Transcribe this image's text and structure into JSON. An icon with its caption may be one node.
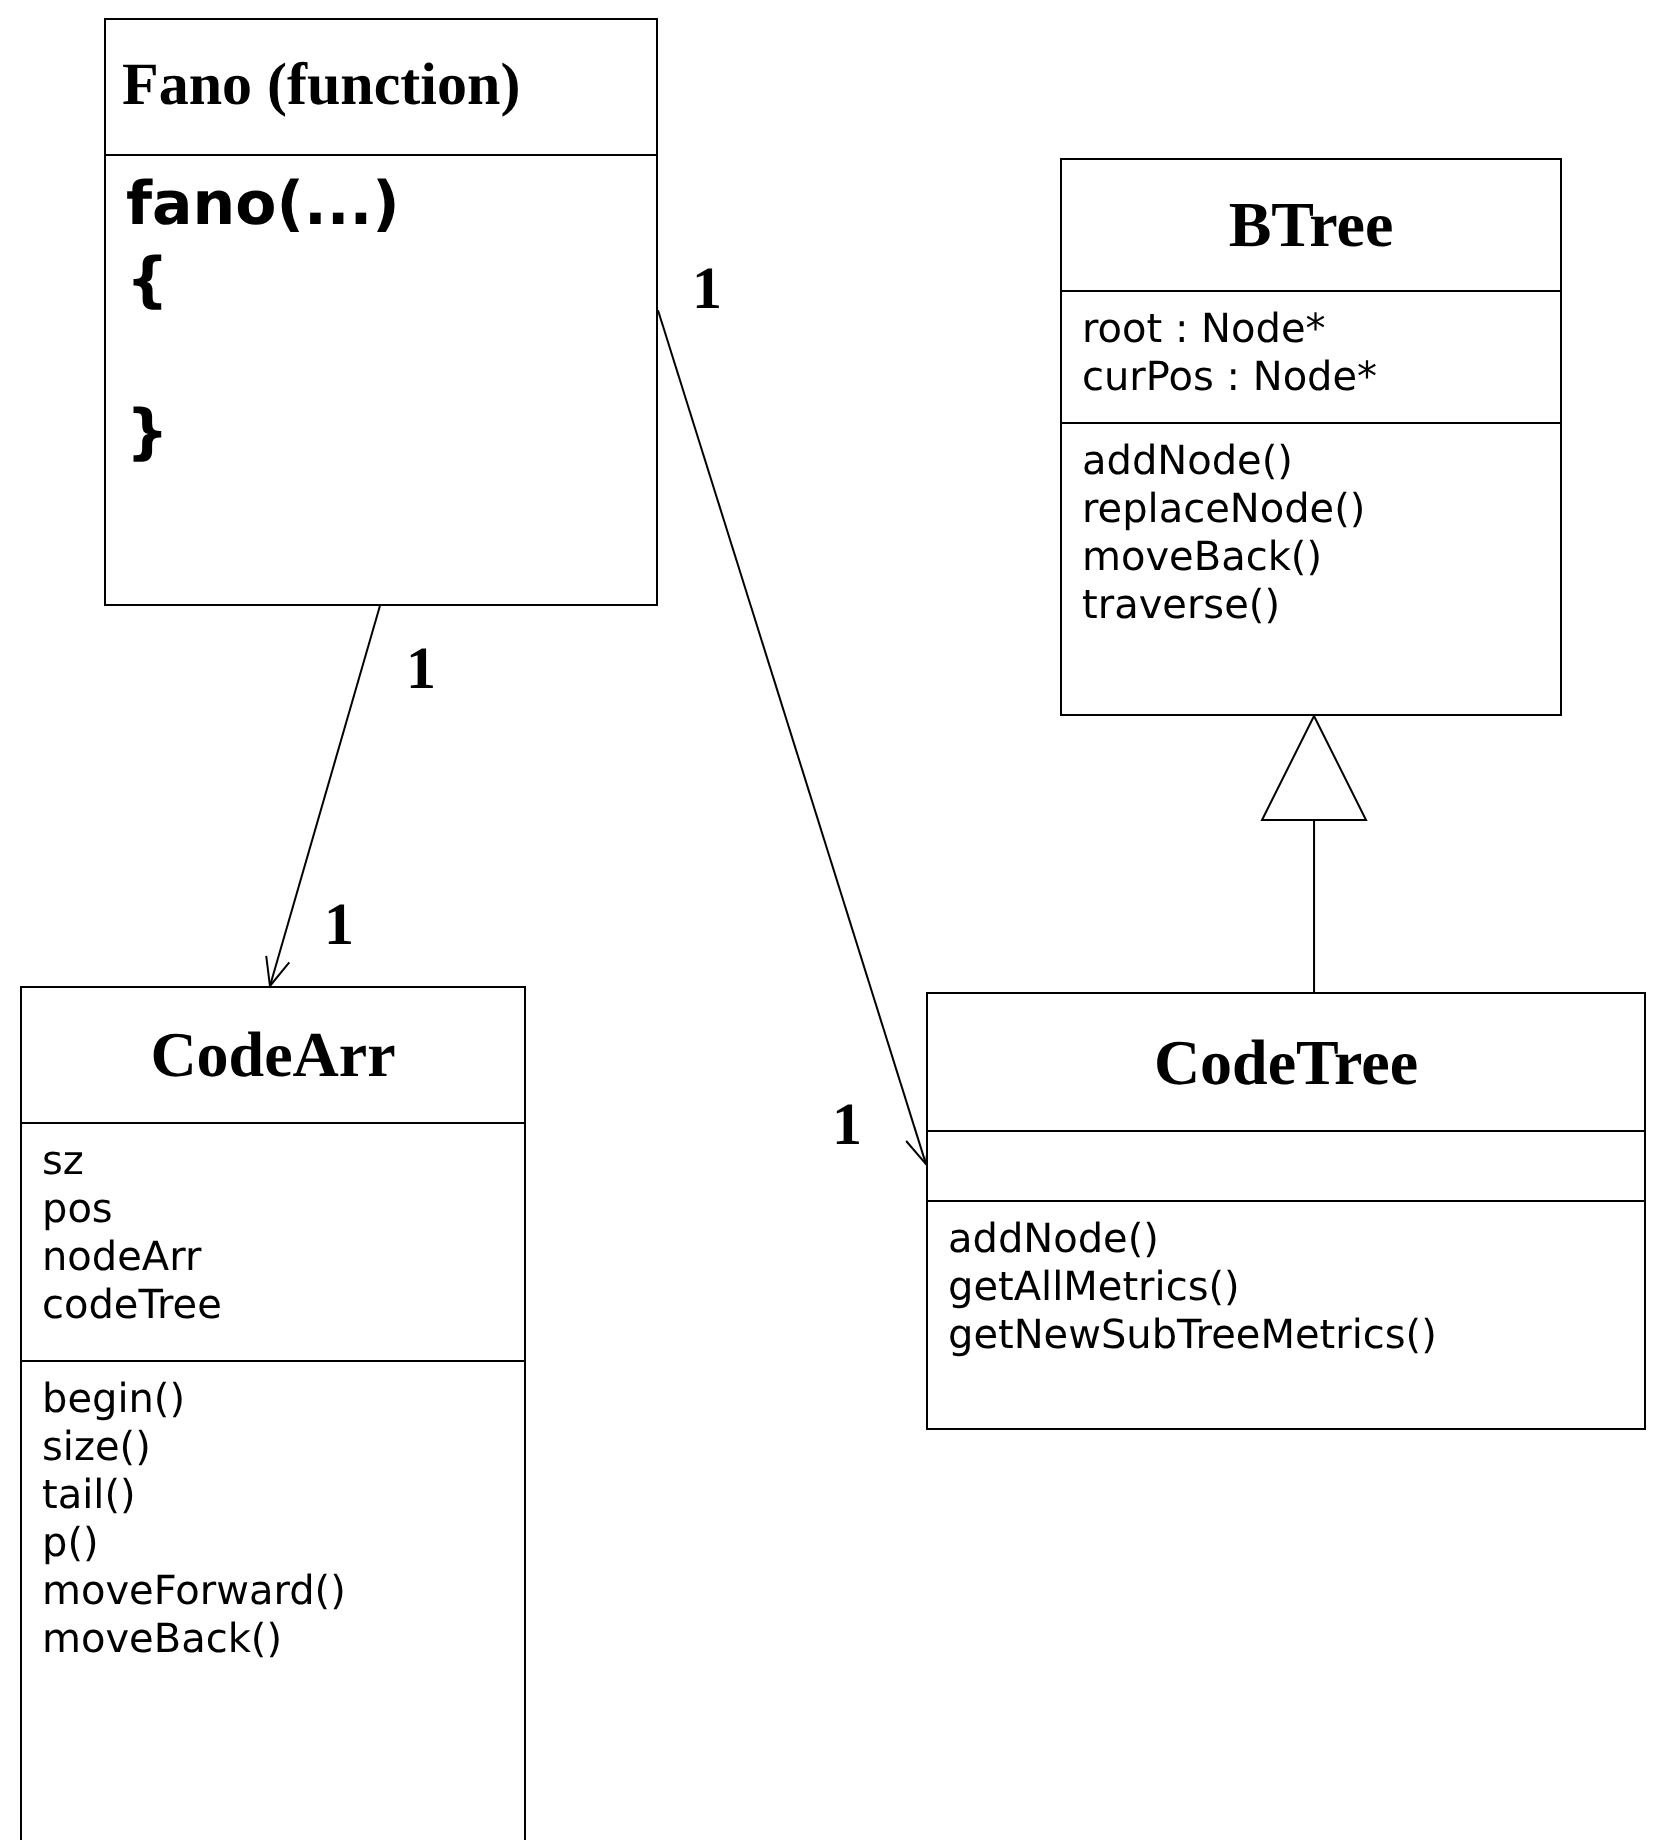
{
  "diagram": {
    "nodes": [
      {
        "text": [
          "**Fano** (function)",
          "fano(...)",
          "{",
          "}"
        ]
      },
      {
        "text": [
          "BTree",
          "root : Node*",
          "curPos : Node*",
          "addNode()",
          "replaceNode()",
          "moveBack()",
          "traverse()"
        ]
      },
      {
        "text": [
          "CodeArr",
          "sz",
          "pos",
          "nodeArr",
          "codeTree",
          "begin()",
          "size()",
          "tail()",
          "p()",
          "moveForward()",
          "moveBack()"
        ]
      },
      {
        "text": [
          "CodeTree",
          "addNode()",
          "getAllMetrics()",
          "getNewSubTreeMetrics()"
        ]
      }
    ],
    "edges": [
      {
        "from": 0,
        "to": 2,
        "arrow": "to"
      },
      {
        "from": 0,
        "to": 3,
        "arrow": "to"
      },
      {
        "from": 3,
        "to": 1,
        "arrow": "to"
      }
    ],
    "labels": [
      "1",
      "1",
      "1",
      "1"
    ]
  }
}
